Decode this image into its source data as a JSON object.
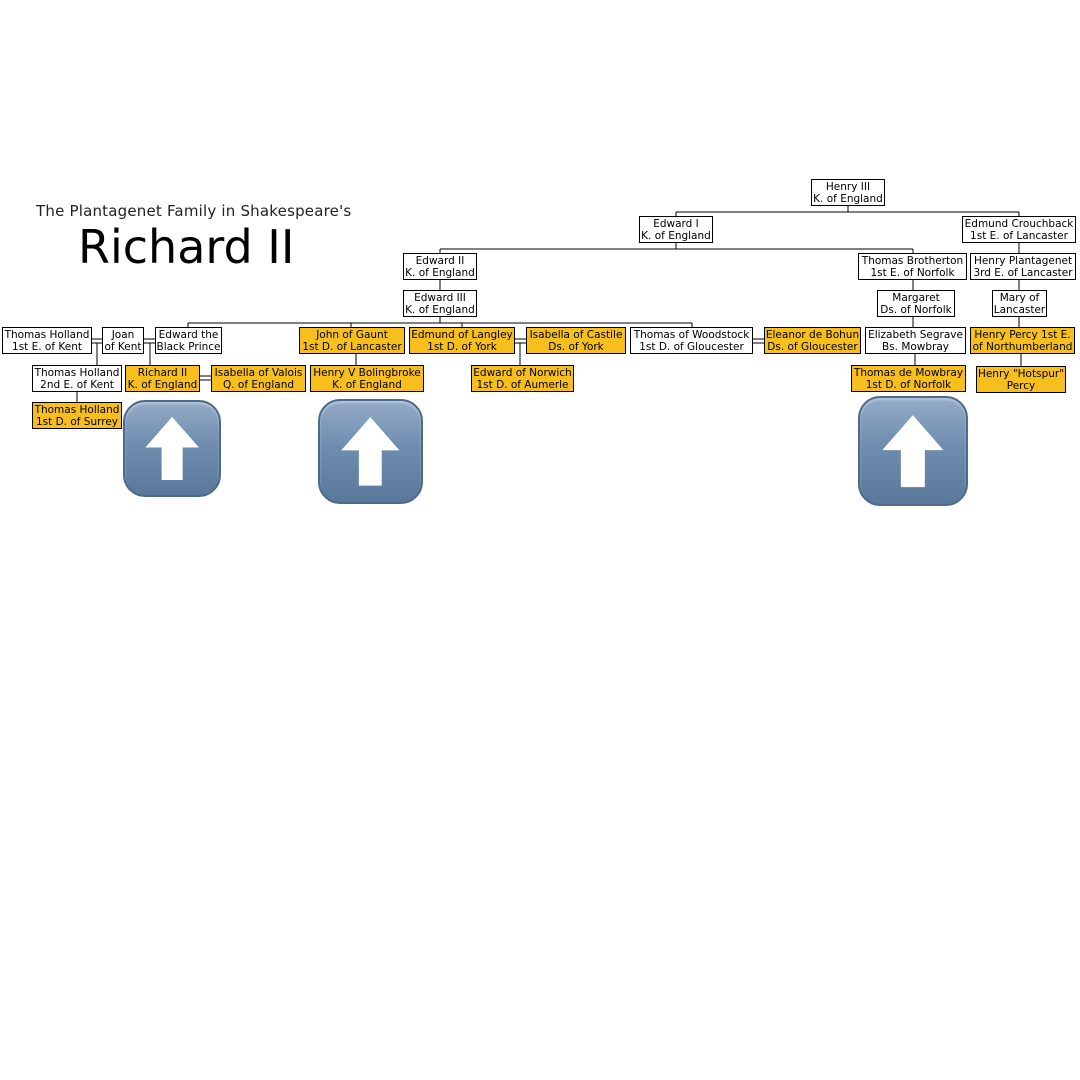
{
  "header": {
    "subtitle": "The Plantagenet Family in Shakespeare's",
    "title": "Richard II"
  },
  "colors": {
    "highlight": "#f7bf1e",
    "arrow_button": "#6f8daf"
  },
  "people": {
    "henry3": {
      "line1": "Henry III",
      "line2": "K. of England"
    },
    "edward1": {
      "line1": "Edward I",
      "line2": "K. of England"
    },
    "edmund_crouchback": {
      "line1": "Edmund Crouchback",
      "line2": "1st E. of Lancaster"
    },
    "edward2": {
      "line1": "Edward II",
      "line2": "K. of England"
    },
    "thomas_brotherton": {
      "line1": "Thomas Brotherton",
      "line2": "1st E. of Norfolk"
    },
    "henry_plantagenet": {
      "line1": "Henry Plantagenet",
      "line2": "3rd E. of Lancaster"
    },
    "edward3": {
      "line1": "Edward III",
      "line2": "K. of England"
    },
    "margaret": {
      "line1": "Margaret",
      "line2": "Ds. of Norfolk"
    },
    "mary_lancaster": {
      "line1": "Mary of",
      "line2": "Lancaster"
    },
    "thomas_holland_1": {
      "line1": "Thomas Holland",
      "line2": "1st E. of Kent"
    },
    "joan_kent": {
      "line1": "Joan",
      "line2": "of Kent"
    },
    "black_prince": {
      "line1": "Edward the",
      "line2": "Black Prince"
    },
    "john_gaunt": {
      "line1": "John of Gaunt",
      "line2": "1st D. of Lancaster"
    },
    "edmund_langley": {
      "line1": "Edmund of Langley",
      "line2": "1st D. of York"
    },
    "isabella_castile": {
      "line1": "Isabella of Castile",
      "line2": "Ds. of York"
    },
    "thomas_woodstock": {
      "line1": "Thomas of Woodstock",
      "line2": "1st D. of Gloucester"
    },
    "eleanor_bohun": {
      "line1": "Eleanor de Bohun",
      "line2": "Ds. of Gloucester"
    },
    "elizabeth_segrave": {
      "line1": "Elizabeth Segrave",
      "line2": "Bs. Mowbray"
    },
    "henry_percy": {
      "line1": "Henry Percy 1st E.",
      "line2": "of Northumberland"
    },
    "thomas_holland_2": {
      "line1": "Thomas Holland",
      "line2": "2nd E. of Kent"
    },
    "richard2": {
      "line1": "Richard II",
      "line2": "K. of England"
    },
    "isabella_valois": {
      "line1": "Isabella of Valois",
      "line2": "Q. of England"
    },
    "henry5": {
      "line1": "Henry V Bolingbroke",
      "line2": "K. of England"
    },
    "edward_norwich": {
      "line1": "Edward of Norwich",
      "line2": "1st D. of Aumerle"
    },
    "thomas_mowbray": {
      "line1": "Thomas de Mowbray",
      "line2": "1st D. of Norfolk"
    },
    "hotspur": {
      "line1": "Henry \"Hotspur\"",
      "line2": "Percy"
    },
    "thomas_holland_surrey": {
      "line1": "Thomas Holland",
      "line2": "1st D. of Surrey"
    }
  }
}
